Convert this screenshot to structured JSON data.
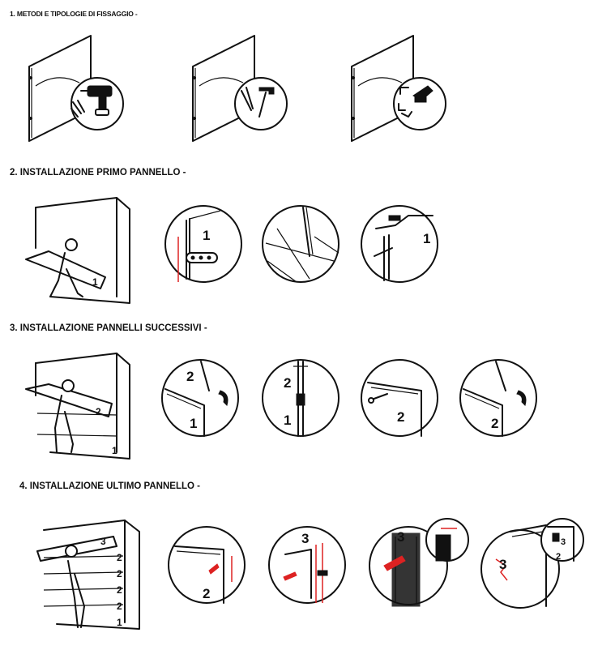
{
  "headings": {
    "s1": "1. METODI E TIPOLOGIE DI FISSAGGIO -",
    "s2": "2. INSTALLAZIONE PRIMO PANNELLO -",
    "s3": "3. INSTALLAZIONE PANNELLI SUCCESSIVI -",
    "s4": "4. INSTALLAZIONE ULTIMO PANNELLO -"
  },
  "labels": {
    "one": "1",
    "two": "2",
    "three": "3"
  },
  "icons": {
    "s1": [
      "drill-icon",
      "hammer-nails-icon",
      "staple-gun-icon"
    ]
  }
}
